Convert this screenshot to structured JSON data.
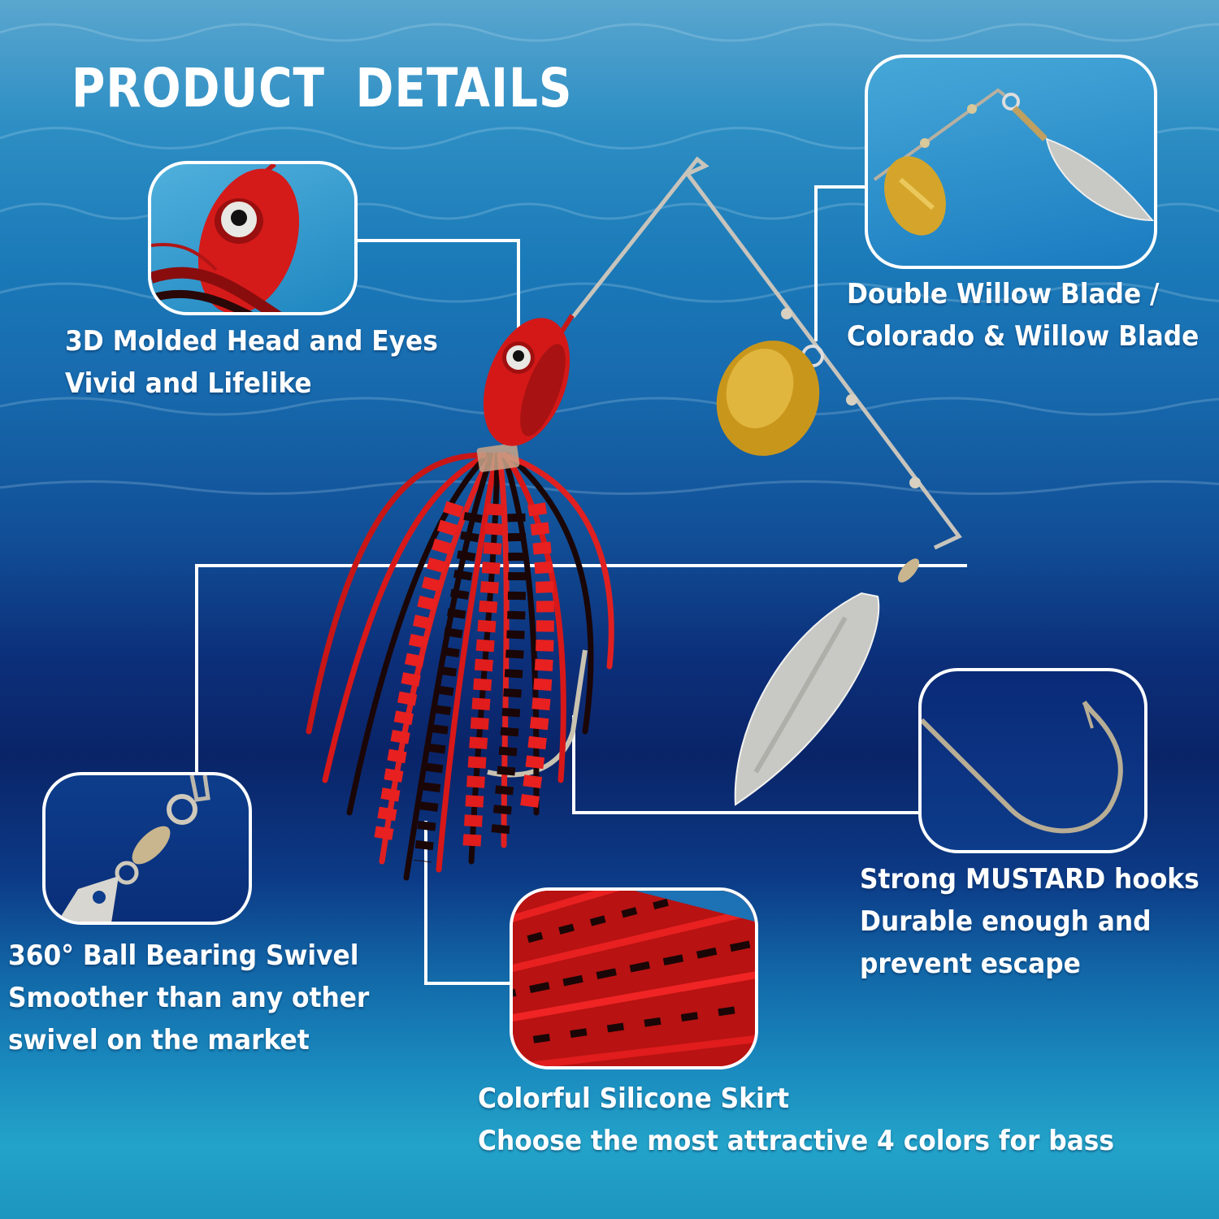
{
  "title": "PRODUCT DETAILS",
  "colors": {
    "water_top": "#5aa6cf",
    "water_deep": "#0a2468",
    "water_bottom": "#23a3c9",
    "callout_line": "#ffffff",
    "lure_red": "#e01b1b",
    "skirt_black": "#1a0a0a",
    "gold_blade": "#d4a52a",
    "silver_blade": "#c8c8c4"
  },
  "features": [
    {
      "id": "head",
      "icon": "lure-head-eye-icon",
      "lines": [
        "3D Molded Head and Eyes",
        "Vivid and Lifelike"
      ]
    },
    {
      "id": "blades",
      "icon": "spinner-blades-icon",
      "lines": [
        "Double Willow Blade /",
        "Colorado & Willow Blade"
      ]
    },
    {
      "id": "swivel",
      "icon": "ball-bearing-swivel-icon",
      "lines": [
        "360° Ball Bearing Swivel",
        "Smoother than any other",
        "swivel on the market"
      ]
    },
    {
      "id": "hook",
      "icon": "fishing-hook-icon",
      "lines": [
        "Strong MUSTARD hooks",
        "Durable enough and",
        "prevent escape"
      ]
    },
    {
      "id": "skirt",
      "icon": "silicone-skirt-icon",
      "lines": [
        "Colorful Silicone Skirt",
        "Choose the most attractive 4 colors for bass"
      ]
    }
  ]
}
